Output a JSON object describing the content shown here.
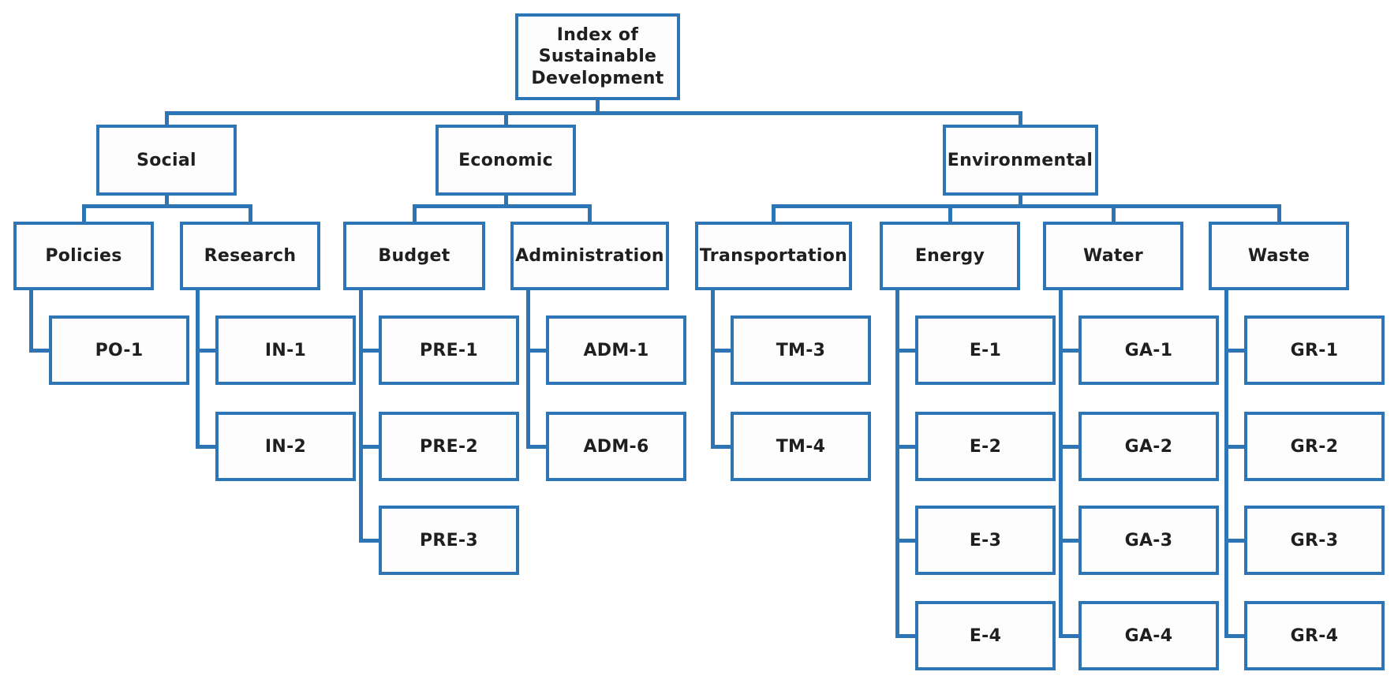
{
  "diagram": {
    "type": "org-chart",
    "title": "Index of Sustainable Development",
    "colors": {
      "line": "#2E75B6",
      "box_background": "#FDFDFD",
      "text": "#1F1F1F",
      "page_background": "#FFFFFF"
    },
    "root": {
      "label": "Index of Sustainable Development",
      "label_lines": [
        "Index of",
        "Sustainable",
        "Development"
      ]
    },
    "branches": [
      {
        "label": "Social",
        "children": [
          {
            "label": "Policies",
            "leaves": [
              "PO-1"
            ]
          },
          {
            "label": "Research",
            "leaves": [
              "IN-1",
              "IN-2"
            ]
          }
        ]
      },
      {
        "label": "Economic",
        "children": [
          {
            "label": "Budget",
            "leaves": [
              "PRE-1",
              "PRE-2",
              "PRE-3"
            ]
          },
          {
            "label": "Administration",
            "leaves": [
              "ADM-1",
              "ADM-6"
            ]
          }
        ]
      },
      {
        "label": "Environmental",
        "children": [
          {
            "label": "Transportation",
            "leaves": [
              "TM-3",
              "TM-4"
            ]
          },
          {
            "label": "Energy",
            "leaves": [
              "E-1",
              "E-2",
              "E-3",
              "E-4"
            ]
          },
          {
            "label": "Water",
            "leaves": [
              "GA-1",
              "GA-2",
              "GA-3",
              "GA-4"
            ]
          },
          {
            "label": "Waste",
            "leaves": [
              "GR-1",
              "GR-2",
              "GR-3",
              "GR-4"
            ]
          }
        ]
      }
    ]
  }
}
